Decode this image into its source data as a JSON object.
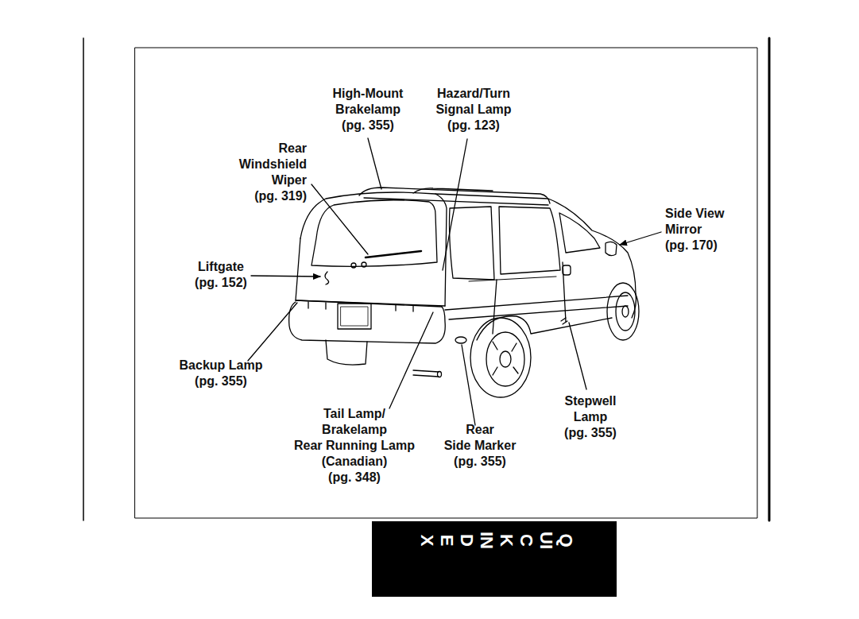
{
  "diagram": {
    "labels": [
      "High-Mount Brakelamp (pg. 355)",
      "Hazard/Turn Signal Lamp (pg. 123)",
      "Rear Windshield Wiper (pg. 319)",
      "Side View Mirror (pg. 170)",
      "Liftgate (pg. 152)",
      "Backup Lamp (pg. 355)",
      "Tail Lamp/ Brakelamp Rear Running Lamp (Canadian) (pg. 348)",
      "Rear Side Marker (pg. 355)",
      "Stepwell Lamp (pg. 355)",
      "QUICK INDEX"
    ]
  }
}
